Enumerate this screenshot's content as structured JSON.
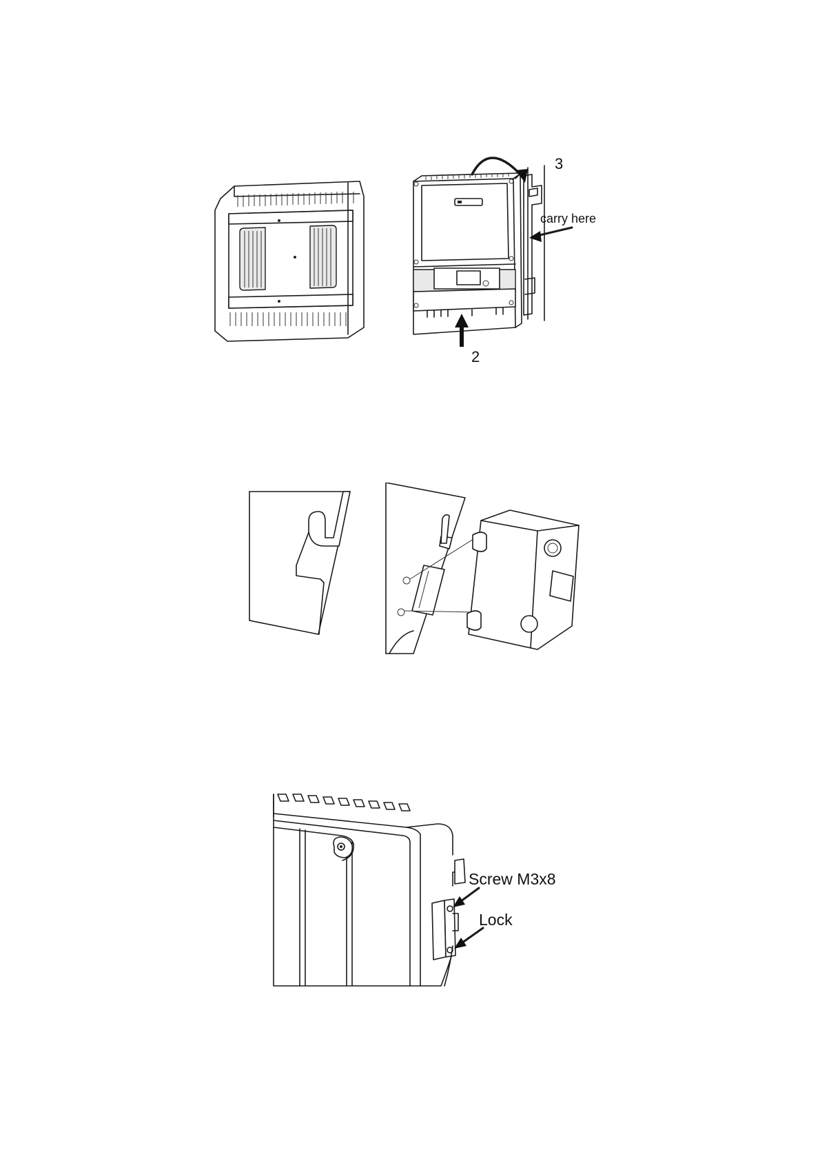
{
  "figure1": {
    "label_step3": "3",
    "label_carry": "carry here",
    "label_step2": "2"
  },
  "figure3": {
    "label_screw": "Screw M3x8",
    "label_lock": "Lock"
  },
  "colors": {
    "ink": "#1a1a1a",
    "paper": "#ffffff",
    "shade": "#e9e9e9"
  }
}
